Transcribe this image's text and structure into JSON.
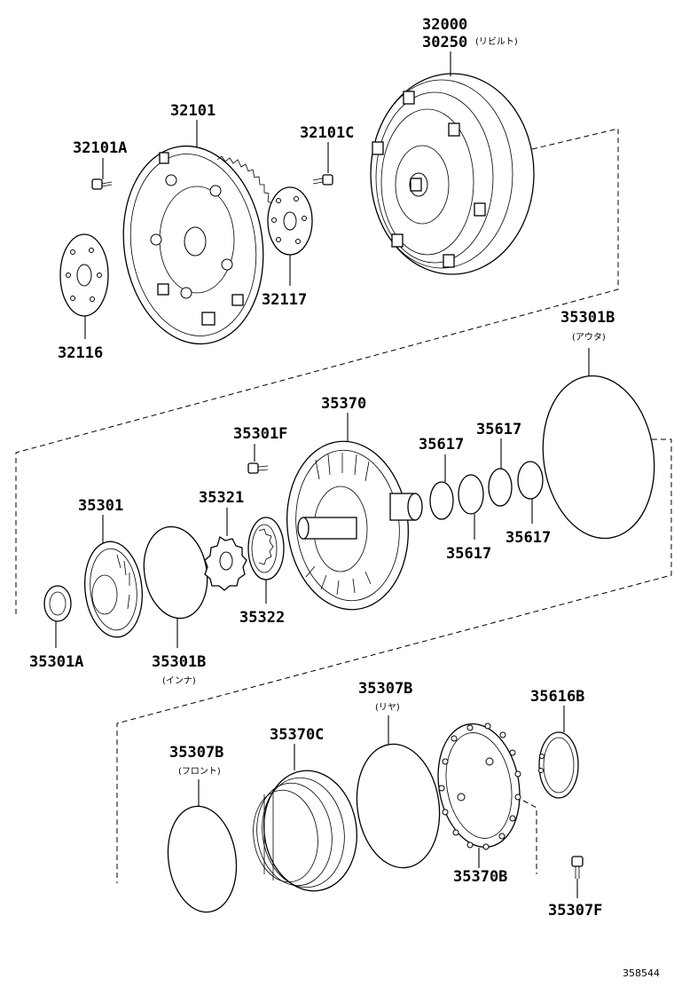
{
  "labels": {
    "p32000": "32000",
    "p30250": "30250",
    "p30250_note": "(リビルト)",
    "p32101": "32101",
    "p32101A": "32101A",
    "p32101C": "32101C",
    "p32117": "32117",
    "p32116": "32116",
    "p35301B_outer": "35301B",
    "p35301B_outer_note": "(アウタ)",
    "p35370": "35370",
    "p35301F": "35301F",
    "p35617_a": "35617",
    "p35617_b": "35617",
    "p35617_c": "35617",
    "p35617_d": "35617",
    "p35301": "35301",
    "p35321": "35321",
    "p35322": "35322",
    "p35301A": "35301A",
    "p35301B_inner": "35301B",
    "p35301B_inner_note": "(インナ)",
    "p35307B_rear": "35307B",
    "p35307B_rear_note": "(リヤ)",
    "p35616B": "35616B",
    "p35370C": "35370C",
    "p35307B_front": "35307B",
    "p35307B_front_note": "(フロント)",
    "p35370B": "35370B",
    "p35307F": "35307F"
  },
  "figure_id": "358544"
}
